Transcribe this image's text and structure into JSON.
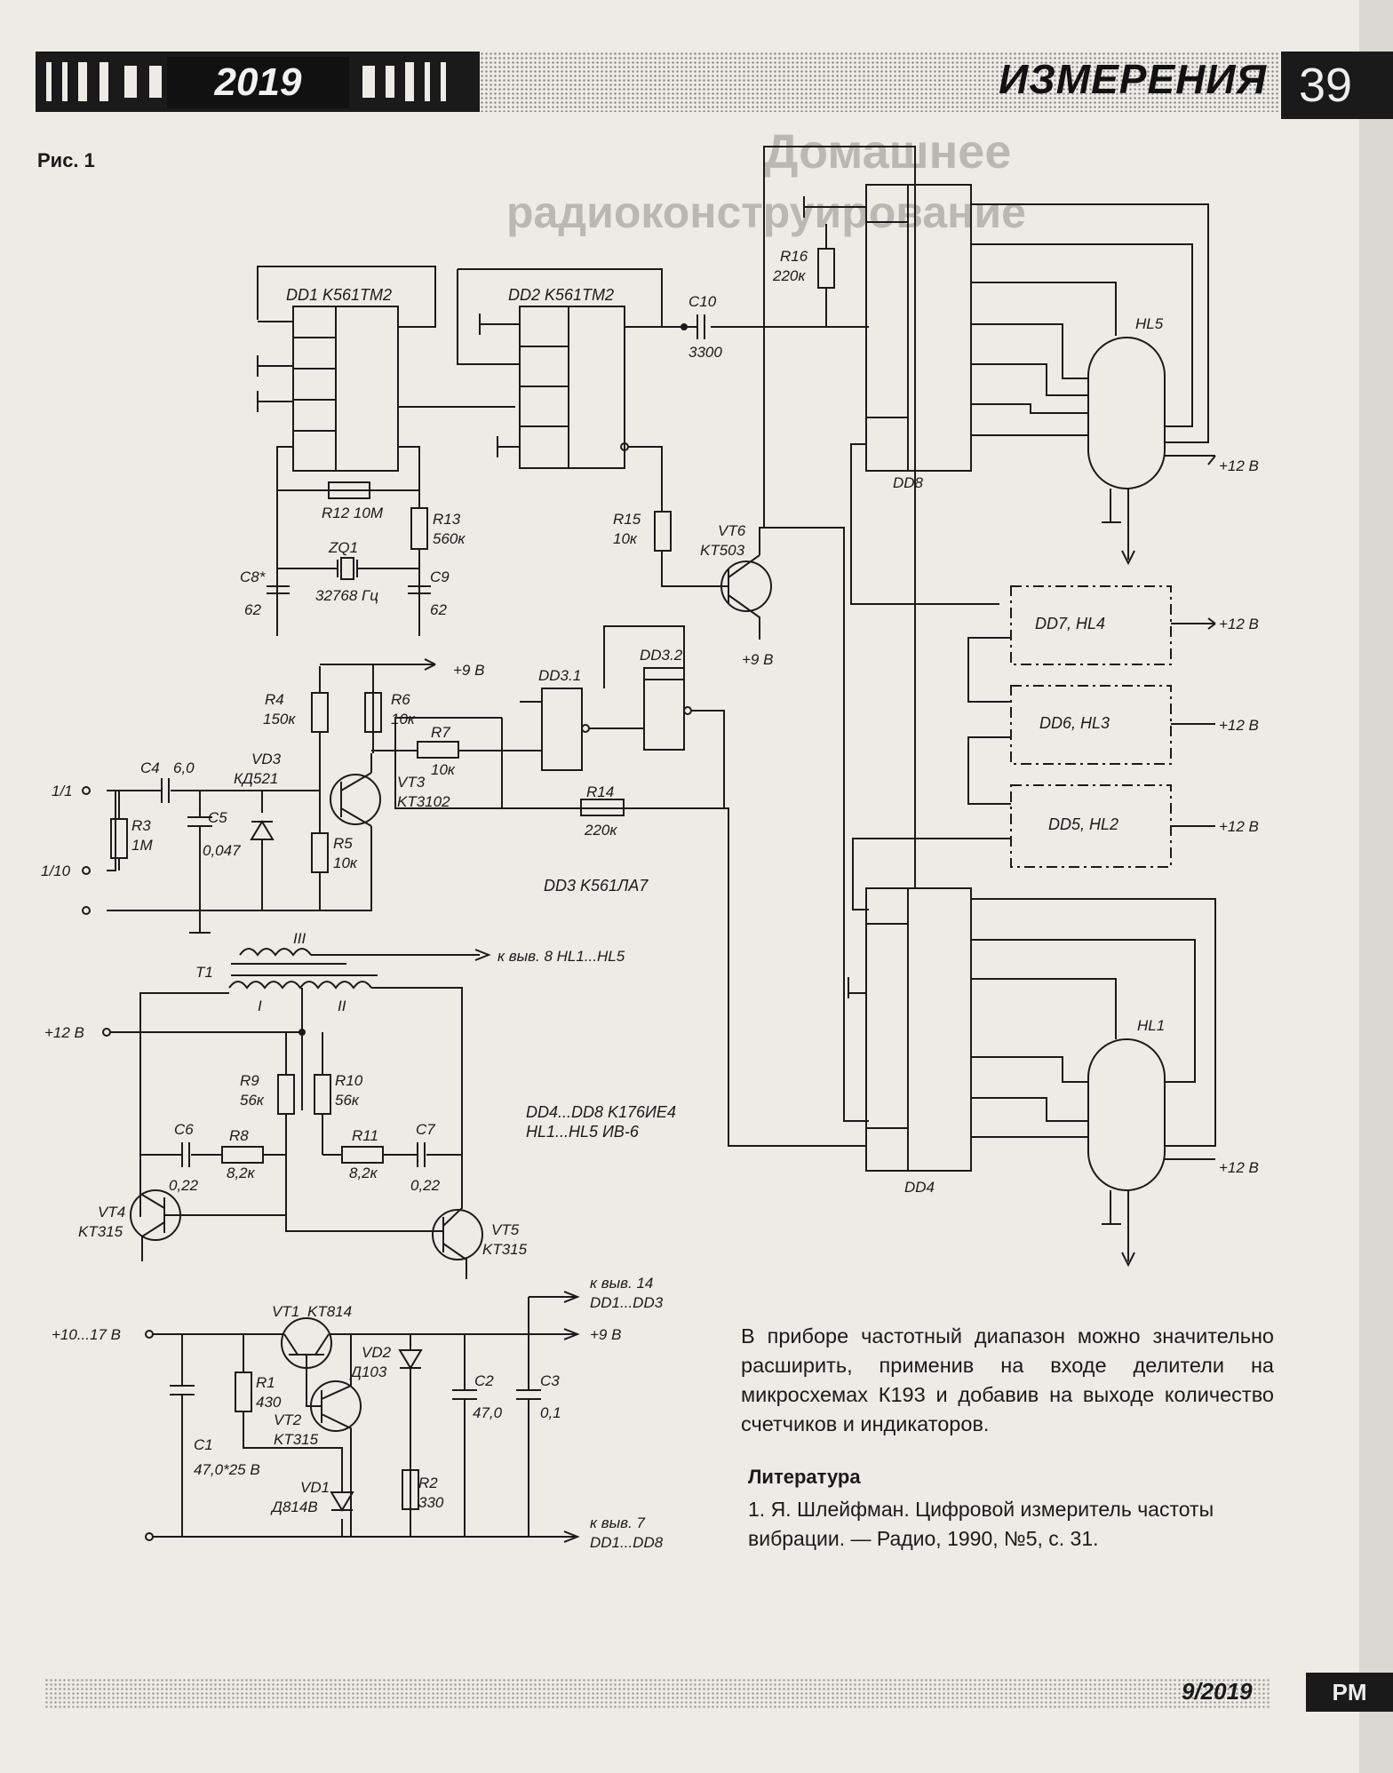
{
  "header": {
    "year": "2019",
    "section": "ИЗМЕРЕНИЯ",
    "page_number": "39"
  },
  "figure_label": "Рис. 1",
  "ghost_text": {
    "line1": "Домашнее",
    "line2": "радиоконструирование"
  },
  "schematic": {
    "dd1": "DD1 K561TM2",
    "dd2": "DD2 K561TM2",
    "dd3": "DD3 K561ЛА7",
    "dd3_1": "DD3.1",
    "dd3_2": "DD3.2",
    "dd8": "DD8",
    "dd4": "DD4",
    "dd7": "DD7, HL4",
    "dd6": "DD6, HL3",
    "dd5": "DD5, HL2",
    "hl5": "HL5",
    "hl1": "HL1",
    "chips_note1": "DD4...DD8 K176ИЕ4",
    "chips_note2": "HL1...HL5 ИВ-6",
    "r12": "R12 10M",
    "r13": "R13",
    "r13v": "560к",
    "zq1": "ZQ1",
    "zq1v": "32768 Гц",
    "c8": "C8*",
    "c8v": "62",
    "c9": "C9",
    "c9v": "62",
    "c10": "C10",
    "c10v": "3300",
    "r15": "R15",
    "r15v": "10к",
    "r16": "R16",
    "r16v": "220к",
    "vt6": "VT6",
    "vt6v": "KT503",
    "r4": "R4",
    "r4v": "150к",
    "r6": "R6",
    "r6v": "10к",
    "r7": "R7",
    "r7v": "10к",
    "r14": "R14",
    "r14v": "220к",
    "c4": "C4",
    "c4v": "6,0",
    "vd3": "VD3",
    "vd3v": "КД521",
    "vt3": "VT3",
    "vt3v": "KT3102",
    "r3": "R3",
    "r3v": "1M",
    "c5": "C5",
    "c5v": "0,047",
    "r5": "R5",
    "r5v": "10к",
    "in1": "1/1",
    "in10": "1/10",
    "t1": "T1",
    "w1": "I",
    "w2": "II",
    "w3": "III",
    "to_hl": "к выв. 8 HL1...HL5",
    "r9": "R9",
    "r9v": "56к",
    "r10": "R10",
    "r10v": "56к",
    "c6": "C6",
    "c6v": "0,22",
    "r8": "R8",
    "r8v": "8,2к",
    "r11": "R11",
    "r11v": "8,2к",
    "c7": "C7",
    "c7v": "0,22",
    "vt4": "VT4",
    "vt4v": "KT315",
    "vt5": "VT5",
    "vt5v": "KT315",
    "vt1": "VT1",
    "vt1v": "KT814",
    "vt2": "VT2",
    "vt2v": "KT315",
    "vd2": "VD2",
    "vd2v": "Д103",
    "r1": "R1",
    "r1v": "430",
    "c1": "C1",
    "c1v": "47,0*25 B",
    "vd1": "VD1",
    "vd1v": "Д814В",
    "r2": "R2",
    "r2v": "330",
    "c2": "C2",
    "c2v": "47,0",
    "c3": "C3",
    "c3v": "0,1",
    "p12": "+12 B",
    "p9": "+9 B",
    "pin_range": "+10...17 B",
    "to14a": "к выв. 14",
    "to14b": "DD1...DD3",
    "to7a": "к выв. 7",
    "to7b": "DD1...DD8",
    "plus9": "+9 B",
    "plus12": "+12 B"
  },
  "body_text": "В приборе частотный диапазон можно значительно расширить, применив на входе делители на микросхемах К193 и добавив на выходе количество счетчиков и индикаторов.",
  "literature": {
    "title": "Литература",
    "item1": "1. Я. Шлейфман. Цифровой измеритель частоты вибрации. — Радио, 1990, №5, с. 31."
  },
  "footer": {
    "issue": "9/2019",
    "magazine": "PM"
  }
}
